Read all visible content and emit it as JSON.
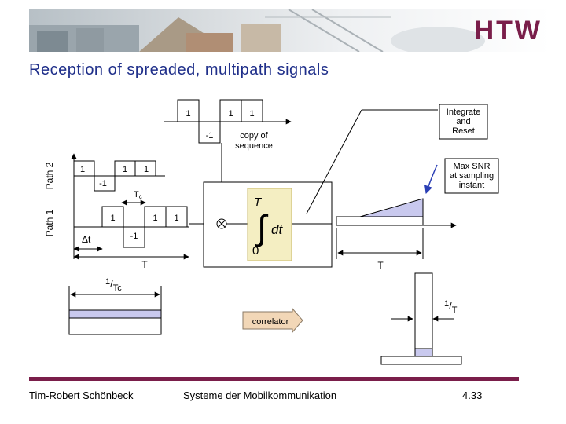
{
  "slide": {
    "title": "Reception of spreaded, multipath signals",
    "logo": "HTW",
    "footer": {
      "author": "Tim-Robert Schönbeck",
      "course": "Systeme der Mobilkommunikation",
      "page": "4.33"
    }
  },
  "diagram": {
    "sequence_values": [
      "1",
      "-1",
      "1",
      "1"
    ],
    "copy_label": [
      "copy of",
      "sequence"
    ],
    "path2_label": "Path 2",
    "path2_values": [
      "1",
      "-1",
      "1",
      "1"
    ],
    "path1_label": "Path 1",
    "path1_values": [
      "1",
      "-1",
      "1",
      "1"
    ],
    "tc_label": "T",
    "tc_sub": "c",
    "delta_t": "Δt",
    "t_label": "T",
    "t_label_right": "T",
    "integral_upper": "T",
    "integral_lower": "0",
    "integral_dt": "dt",
    "integrate_box": [
      "Integrate",
      "and",
      "Reset"
    ],
    "snr_box": [
      "Max SNR",
      "at sampling",
      "instant"
    ],
    "freq_tc_num": "1",
    "freq_tc_den": "Tc",
    "freq_t_num": "1",
    "freq_t_den": "T",
    "correlator": "correlator"
  },
  "colors": {
    "title": "#1f2f8a",
    "footer_bar": "#7a1e4a",
    "integral_box": "#f4eec2",
    "spectrum_fill": "#c9c9ee",
    "correlator_fill": "#f2d7b7"
  }
}
